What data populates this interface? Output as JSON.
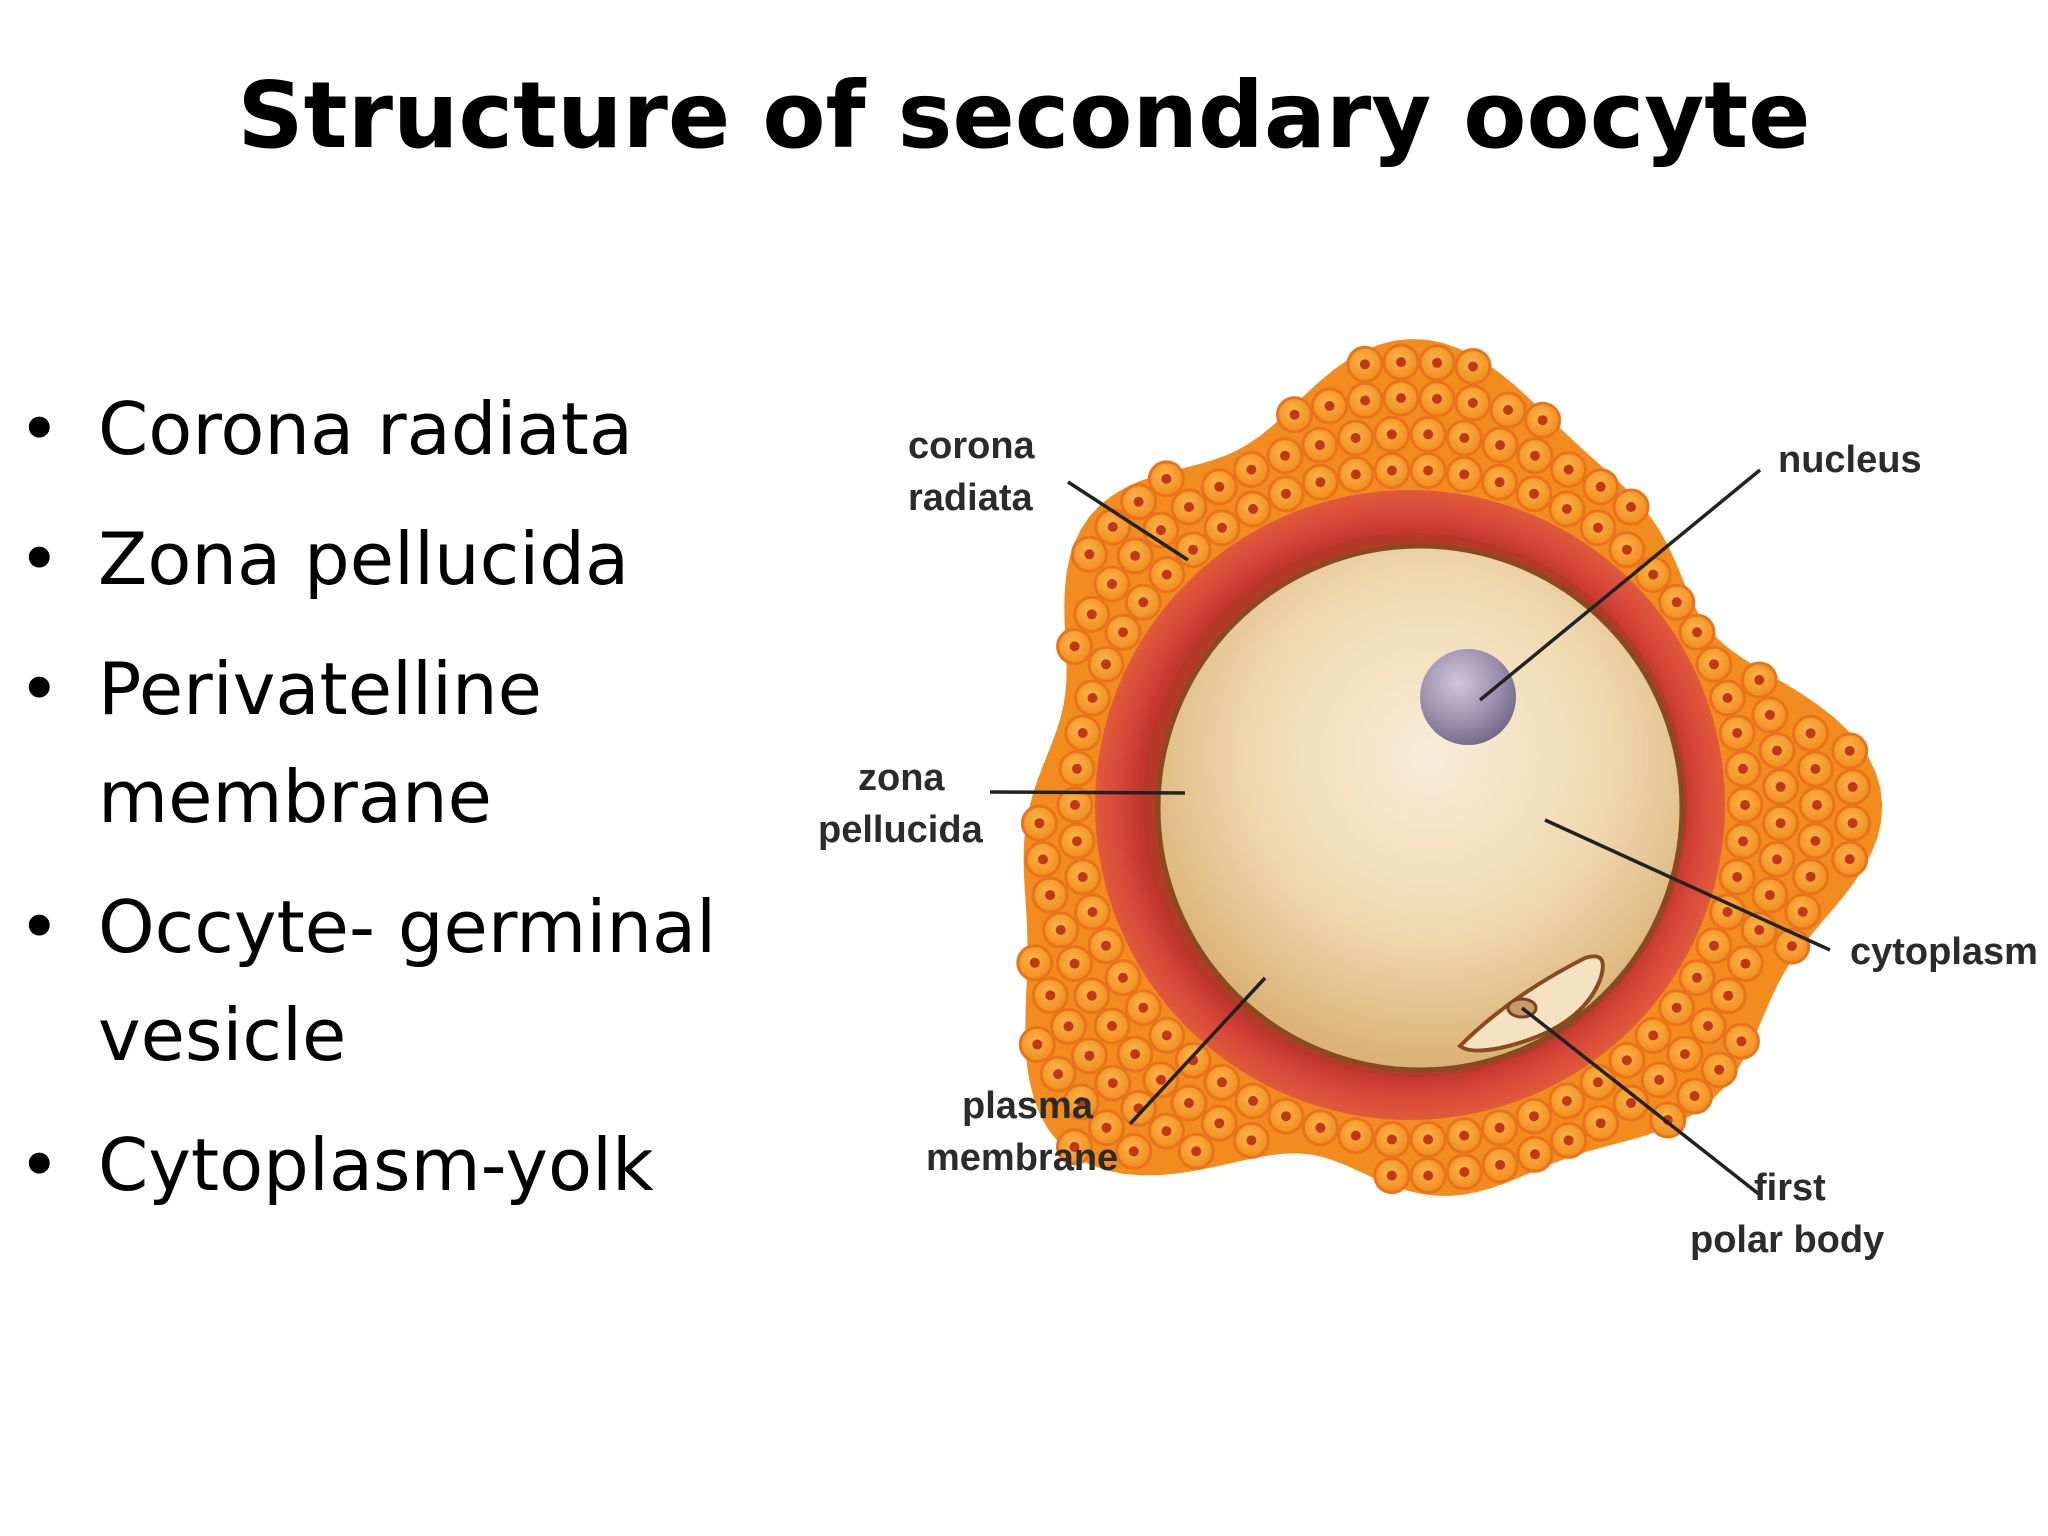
{
  "slide": {
    "title": "Structure of secondary oocyte",
    "bullets": [
      "Corona radiata",
      "Zona pellucida",
      "Perivatelline\nmembrane",
      "Occyte- germinal\nvesicle",
      "Cytoplasm-yolk"
    ],
    "bullet_glyph": "•"
  },
  "diagram": {
    "labels": {
      "corona_radiata": [
        "corona",
        "radiata"
      ],
      "nucleus": [
        "nucleus"
      ],
      "zona_pellucida": [
        "zona",
        "pellucida"
      ],
      "cytoplasm": [
        "cytoplasm"
      ],
      "plasma_membrane": [
        "plasma",
        "membrane"
      ],
      "first_polar_body": [
        "first",
        "polar body"
      ]
    },
    "colors": {
      "corona_cell_fill": "#f59a1c",
      "corona_cell_ring": "#e8731a",
      "corona_cell_nucleus": "#c2361a",
      "corona_base": "#f28c1e",
      "zona_pellucida": "#d9483a",
      "zona_pellucida_inner": "#c2362e",
      "cytoplasm_light": "#f8edd9",
      "cytoplasm_dark": "#d8ad70",
      "plasma_membrane": "#8a4a20",
      "nucleus_light": "#cfc6dc",
      "nucleus_dark": "#6f6584",
      "polar_body": "#f4e2c0",
      "label_text": "#2b2b2b",
      "leader_line": "#222222"
    }
  }
}
